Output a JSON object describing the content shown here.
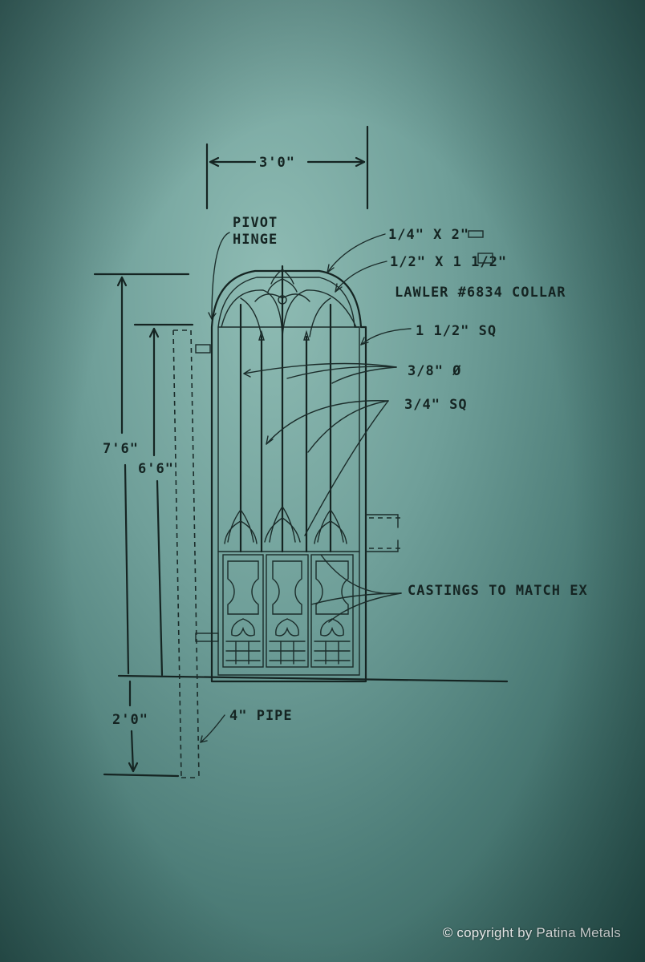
{
  "dimensions": {
    "width": "3'0\"",
    "height_total": "7'6\"",
    "height_gate": "6'6\"",
    "below_grade": "2'0\""
  },
  "callouts": {
    "pivot_hinge_line1": "PIVOT",
    "pivot_hinge_line2": "HINGE",
    "flat_bar_1": "1/4\" X 2\"",
    "flat_bar_2": "1/2\" X 1 1/2\"",
    "collar": "LAWLER #6834 COLLAR",
    "frame_square": "1 1/2\" SQ",
    "round_bar": "3/8\" Ø",
    "picket_square": "3/4\" SQ",
    "castings": "CASTINGS TO MATCH EX",
    "pipe": "4\" PIPE"
  },
  "copyright": "© copyright by Patina Metals"
}
